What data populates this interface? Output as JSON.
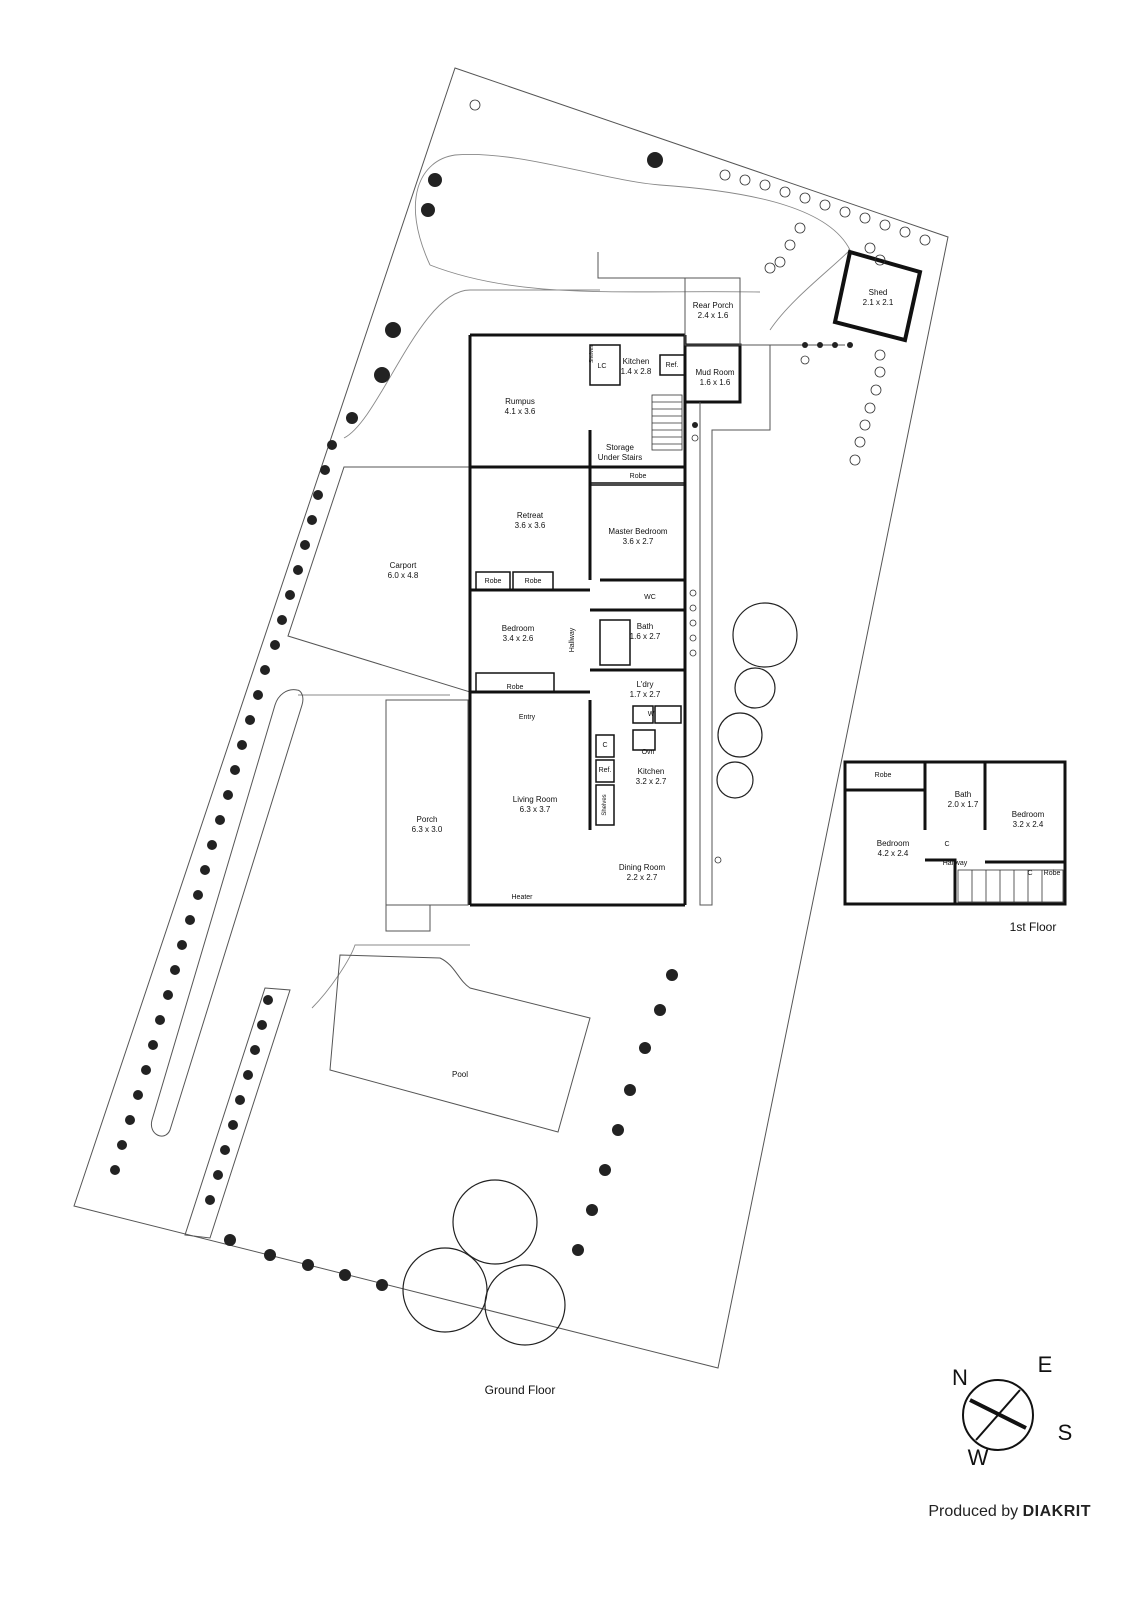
{
  "ground_floor": {
    "title": "Ground Floor",
    "rooms": {
      "rumpus": {
        "name": "Rumpus",
        "dims": "4.1 x 3.6"
      },
      "kitchen_rear": {
        "name": "Kitchen",
        "dims": "1.4 x 2.8"
      },
      "rear_porch": {
        "name": "Rear Porch",
        "dims": "2.4 x 1.6"
      },
      "mud_room": {
        "name": "Mud Room",
        "dims": "1.6 x 1.6"
      },
      "shed": {
        "name": "Shed",
        "dims": "2.1 x 2.1"
      },
      "storage": {
        "name": "Storage",
        "dims": "Under Stairs"
      },
      "retreat": {
        "name": "Retreat",
        "dims": "3.6 x 3.6"
      },
      "master_bedroom": {
        "name": "Master Bedroom",
        "dims": "3.6 x 2.7"
      },
      "carport": {
        "name": "Carport",
        "dims": "6.0 x 4.8"
      },
      "bedroom": {
        "name": "Bedroom",
        "dims": "3.4 x 2.6"
      },
      "bath": {
        "name": "Bath",
        "dims": "1.6 x 2.7"
      },
      "laundry": {
        "name": "L'dry",
        "dims": "1.7 x 2.7"
      },
      "porch": {
        "name": "Porch",
        "dims": "6.3 x 3.0"
      },
      "living_room": {
        "name": "Living Room",
        "dims": "6.3 x 3.7"
      },
      "kitchen": {
        "name": "Kitchen",
        "dims": "3.2 x 2.7"
      },
      "dining_room": {
        "name": "Dining Room",
        "dims": "2.2 x 2.7"
      },
      "pool": {
        "name": "Pool",
        "dims": ""
      }
    },
    "small_labels": {
      "lc": "LC",
      "ref_rear": "Ref.",
      "shelves_rear": "Shelves",
      "robe_master": "Robe",
      "robe_a": "Robe",
      "robe_b": "Robe",
      "robe_bed": "Robe",
      "wc": "WC",
      "hallway": "Hallway",
      "entry": "Entry",
      "w": "W",
      "c": "C",
      "ovn": "Ovn",
      "ref": "Ref.",
      "shelves": "Shelves",
      "heater": "Heater"
    }
  },
  "first_floor": {
    "title": "1st Floor",
    "rooms": {
      "robe": {
        "name": "Robe",
        "dims": ""
      },
      "bath": {
        "name": "Bath",
        "dims": "2.0 x 1.7"
      },
      "bedroom_right": {
        "name": "Bedroom",
        "dims": "3.2 x 2.4"
      },
      "bedroom_left": {
        "name": "Bedroom",
        "dims": "4.2 x 2.4"
      },
      "hallway": {
        "name": "Hallway",
        "dims": ""
      },
      "c": {
        "name": "C",
        "dims": ""
      },
      "c2": {
        "name": "C",
        "dims": ""
      },
      "robe2": {
        "name": "Robe",
        "dims": ""
      }
    }
  },
  "compass": {
    "n": "N",
    "e": "E",
    "s": "S",
    "w": "W"
  },
  "credit": {
    "prefix": "Produced by",
    "brand": "DIAKRIT"
  }
}
